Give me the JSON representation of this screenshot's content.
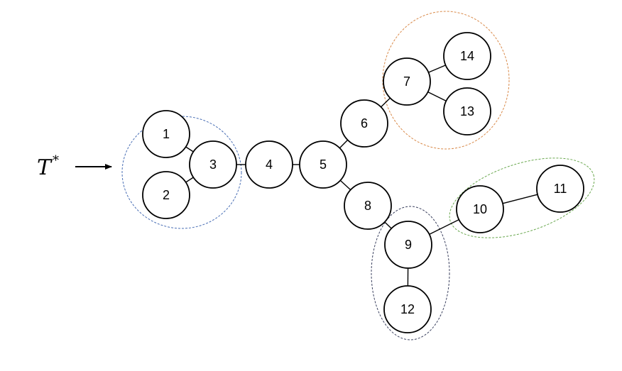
{
  "label": {
    "symbol": "T",
    "superscript": "*"
  },
  "colors": {
    "group_blue": "#4a6fb5",
    "group_orange": "#d98a4a",
    "group_green": "#6aa84f",
    "group_dark": "#3c4260"
  },
  "nodes": [
    {
      "id": "1",
      "label": "1"
    },
    {
      "id": "2",
      "label": "2"
    },
    {
      "id": "3",
      "label": "3"
    },
    {
      "id": "4",
      "label": "4"
    },
    {
      "id": "5",
      "label": "5"
    },
    {
      "id": "6",
      "label": "6"
    },
    {
      "id": "7",
      "label": "7"
    },
    {
      "id": "8",
      "label": "8"
    },
    {
      "id": "9",
      "label": "9"
    },
    {
      "id": "10",
      "label": "10"
    },
    {
      "id": "11",
      "label": "11"
    },
    {
      "id": "12",
      "label": "12"
    },
    {
      "id": "13",
      "label": "13"
    },
    {
      "id": "14",
      "label": "14"
    }
  ],
  "edges": [
    [
      "1",
      "3"
    ],
    [
      "2",
      "3"
    ],
    [
      "3",
      "4"
    ],
    [
      "4",
      "5"
    ],
    [
      "5",
      "6"
    ],
    [
      "6",
      "7"
    ],
    [
      "7",
      "14"
    ],
    [
      "7",
      "13"
    ],
    [
      "5",
      "8"
    ],
    [
      "8",
      "9"
    ],
    [
      "9",
      "10"
    ],
    [
      "10",
      "11"
    ],
    [
      "9",
      "12"
    ]
  ],
  "groups": [
    {
      "id": "blue",
      "members": [
        "1",
        "2",
        "3"
      ],
      "color": "group_blue"
    },
    {
      "id": "orange",
      "members": [
        "7",
        "13",
        "14"
      ],
      "color": "group_orange"
    },
    {
      "id": "green",
      "members": [
        "10",
        "11"
      ],
      "color": "group_green"
    },
    {
      "id": "dark",
      "members": [
        "9",
        "12"
      ],
      "color": "group_dark"
    }
  ]
}
